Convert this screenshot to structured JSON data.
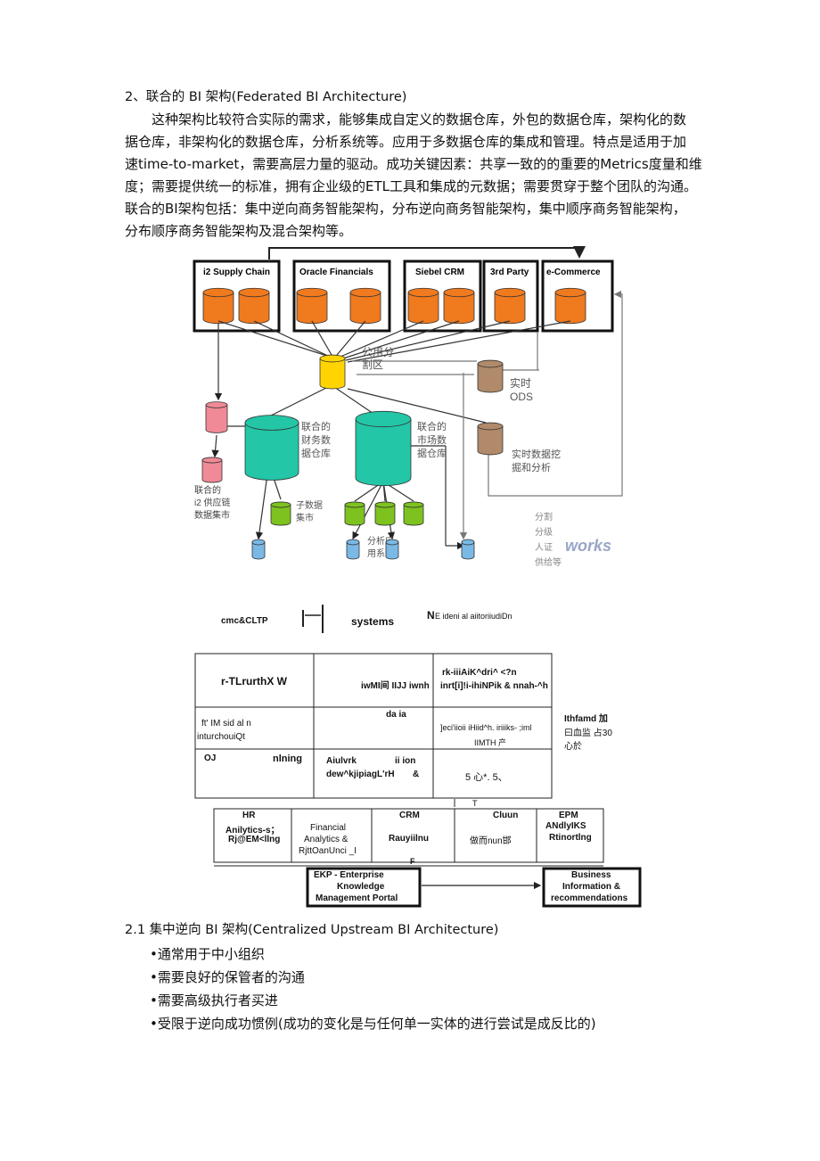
{
  "section2": {
    "heading": "2、联合的  BI 架构(Federated BI Architecture)",
    "lines": [
      "这种架构比较符合实际的需求，能够集成自定义的数据仓库，外包的数据仓库，架构化的数",
      "据仓库，非架构化的数据仓库，分析系统等。应用于多数据仓库的集成和管理。特点是适用于加",
      "速time-to-market，需要高层力量的驱动。成功关键因素：共享一致的的重要的Metrics度量和维",
      "度；需要提供统一的标准，拥有企业级的ETL工具和集成的元数据；需要贯穿于整个团队的沟通。",
      "联合的BI架构包括：集中逆向商务智能架构，分布逆向商务智能架构，集中顺序商务智能架构，",
      "分布顺序商务智能架构及混合架构等。"
    ]
  },
  "diagram1": {
    "sources": [
      "i2 Supply Chain",
      "Oracle Financials",
      "Siebel CRM",
      "3rd Party",
      "e-Commerce"
    ],
    "staging": [
      "公用分",
      "割区"
    ],
    "ods": [
      "实时",
      "ODS"
    ],
    "fin_dw": [
      "联合的",
      "财务数",
      "据仓库"
    ],
    "mkt_dw": [
      "联合的",
      "市场数",
      "据仓库"
    ],
    "realtime": [
      "实时数据挖",
      "掘和分析"
    ],
    "i2mart": [
      "联合的",
      "i2 供应链",
      "数据集市"
    ],
    "submart": [
      "子数据",
      "集市"
    ],
    "apps": [
      "分析应",
      "用系统"
    ],
    "watermark": [
      "分割",
      "分级",
      "人证",
      "供给等"
    ],
    "logo": "works"
  },
  "diagram2": {
    "top_left": "cmc&CLTP",
    "top_mid": "systems",
    "top_right_big": "N",
    "top_right": "E ideni al aiitoriiudiDn",
    "r1c1": "r-TLrurthX W",
    "r1c2": "iwMI间  IIJJ iwnh",
    "r1c3a": "rk-iiiAiK^dri^ <?n",
    "r1c3b": "inrt[i]!i-ihiNPik & nnah-^h",
    "r2c1a": "ft' IM sid al n",
    "r2c1b": "inturchouiQt",
    "r2c2": "da ia",
    "r2c3a": "]eci'iioii iHiid^h. iriiiks- ;iml",
    "r2c3b": "IIMTH 产",
    "side1": "Ithfamd 加",
    "side2": "曰血监  占30",
    "side3": "心於",
    "r3c1a": "OJ",
    "r3c1b": "nlning",
    "r3c2a": "Aiulvrk",
    "r3c2b": "ii ion",
    "r3c2c": "dew^kjipiagL'rH",
    "r3c2d": "&",
    "r3c3": "5  心*. 5、",
    "t_mark": "T",
    "f_mark": "F",
    "mods": [
      [
        "HR",
        "Anilytics-s；",
        "Rj@EM<llng"
      ],
      [
        "Financial",
        "Analytics &",
        "RjttOanUnci _I"
      ],
      [
        "CRM",
        "Rauyiilnu"
      ],
      [
        "Cluun",
        "做而nun邯"
      ],
      [
        "EPM",
        "ANdlyIKS",
        "Rtinortlng"
      ]
    ],
    "ekp": [
      "EKP - Enterprise",
      "Knowledge",
      "Management Portal"
    ],
    "biz": [
      "Business",
      "Information &",
      "recommendations"
    ]
  },
  "section21": {
    "heading": "2.1  集中逆向  BI 架构(Centralized Upstream BI Architecture)",
    "bullets": [
      "•通常用于中小组织",
      "•需要良好的保管者的沟通",
      "•需要高级执行者买进",
      "•受限于逆向成功惯例(成功的变化是与任何单一实体的进行尝试是成反比的)"
    ]
  },
  "colors": {
    "orange": "#f07a1e",
    "yellow": "#ffd400",
    "teal": "#23c6a6",
    "pink": "#f08a96",
    "brown": "#b08a6a",
    "green": "#7dc21f",
    "blue": "#7ab8e6"
  }
}
